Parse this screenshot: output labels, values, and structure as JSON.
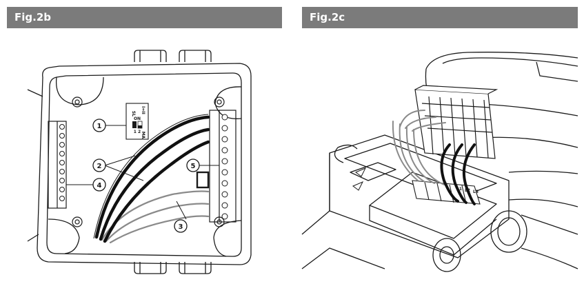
{
  "figures": [
    {
      "title": "Fig.2b",
      "callouts": [
        "1",
        "2",
        "3",
        "4",
        "5"
      ],
      "switch": {
        "left_label": "SL",
        "right_label": "MA",
        "top_label": "I=II",
        "dip_on": "ON",
        "dip_positions": "1 2"
      }
    },
    {
      "title": "Fig.2c",
      "terminal_labels": [
        "L3",
        "L2",
        "L1"
      ]
    }
  ],
  "colors": {
    "title_bar": "#7b7b7b",
    "title_text": "#ffffff",
    "line": "#1a1a1a",
    "cable_black": "#111111",
    "cable_grey": "#8a8a8a"
  }
}
